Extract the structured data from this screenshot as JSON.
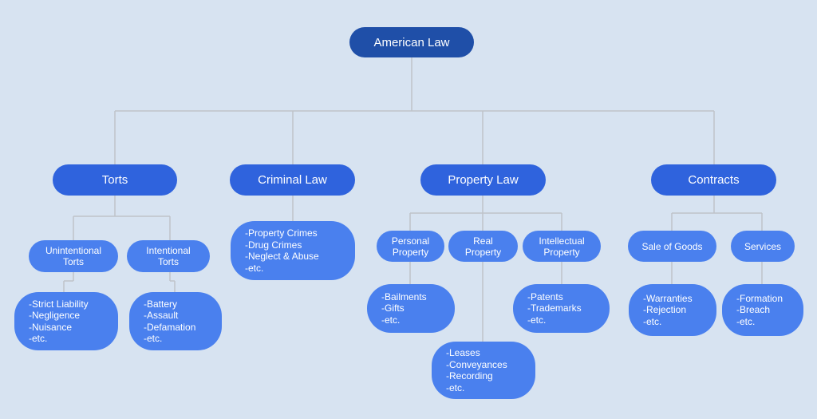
{
  "root": {
    "label": "American Law"
  },
  "categories": {
    "torts": {
      "label": "Torts",
      "unintentional": {
        "line1": "Unintentional",
        "line2": "Torts",
        "items": [
          "-Strict Liability",
          "-Negligence",
          "-Nuisance",
          "-etc."
        ]
      },
      "intentional": {
        "line1": "Intentional",
        "line2": "Torts",
        "items": [
          "-Battery",
          "-Assault",
          "-Defamation",
          "-etc."
        ]
      }
    },
    "criminal": {
      "label": "Criminal Law",
      "items": [
        "-Property Crimes",
        "-Drug Crimes",
        "-Neglect & Abuse",
        "-etc."
      ]
    },
    "property": {
      "label": "Property Law",
      "personal": {
        "line1": "Personal",
        "line2": "Property",
        "items": [
          "-Bailments",
          "-Gifts",
          "-etc."
        ]
      },
      "real": {
        "line1": "Real",
        "line2": "Property",
        "items": [
          "-Leases",
          "-Conveyances",
          "-Recording",
          "-etc."
        ]
      },
      "intellectual": {
        "line1": "Intellectual",
        "line2": "Property",
        "items": [
          "-Patents",
          "-Trademarks",
          "-etc."
        ]
      }
    },
    "contracts": {
      "label": "Contracts",
      "sale": {
        "label": "Sale of Goods",
        "items": [
          "-Warranties",
          "-Rejection",
          "-etc."
        ]
      },
      "services": {
        "label": "Services",
        "items": [
          "-Formation",
          "-Breach",
          "-etc."
        ]
      }
    }
  },
  "colors": {
    "background": "#d7e3f1",
    "root": "#1f4fa8",
    "category": "#2f63dd",
    "sub": "#4a80ee",
    "connector": "#bfc3c9"
  }
}
